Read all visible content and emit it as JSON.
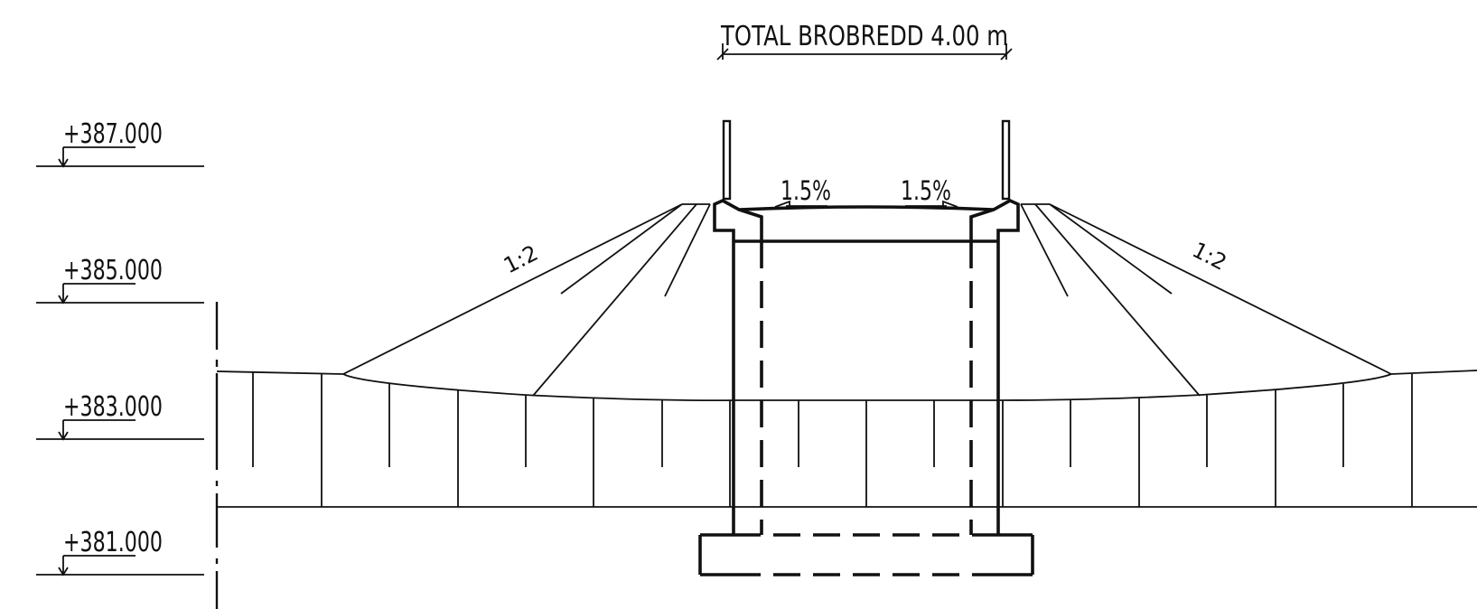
{
  "drawing": {
    "title": "TOTAL BROBREDD 4.00  m",
    "levels": [
      "+387.000",
      "+385.000",
      "+383.000",
      "+381.000"
    ],
    "crossfall_left": "1.5%",
    "crossfall_right": "1.5%",
    "slope_left": "1:2",
    "slope_right": "1:2"
  }
}
